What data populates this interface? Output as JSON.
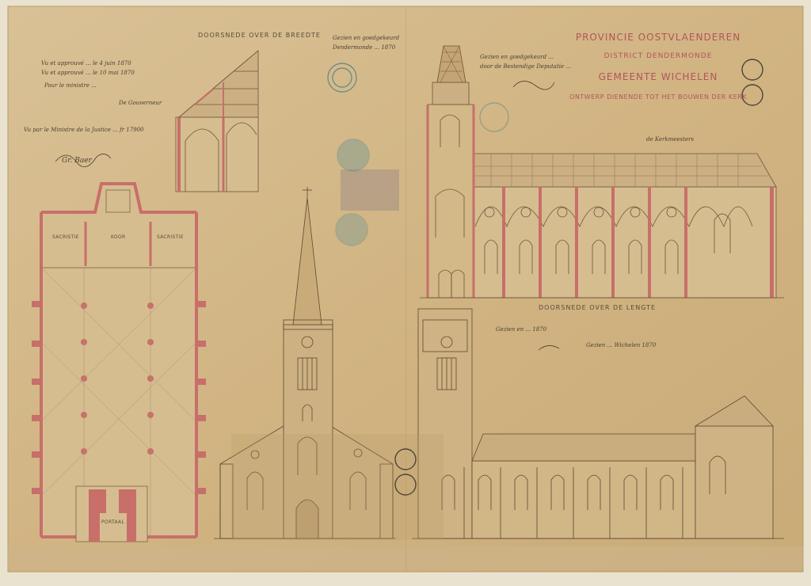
{
  "title_block": {
    "province": "PROVINCIE OOSTVLAENDEREN",
    "district": "DISTRICT DENDERMONDE",
    "municipality": "GEMEENTE WICHELEN",
    "subtitle": "ONTWERP DIENENDE TOT HET BOUWEN DER KERK"
  },
  "section_labels": {
    "cross_section": "DOORSNEDE OVER DE BREEDTE",
    "long_section": "DOORSNEDE OVER DE LENGTE"
  },
  "plan_labels": {
    "left_room": "SACRISTIE",
    "middle_room": "KOOR",
    "right_room": "SACRISTIE",
    "entrance": "PORTAAL"
  },
  "handwritten_notes": {
    "top_left_1": "Vu et approuvé ... le 4 juin 1870",
    "top_left_2": "Vu et approuvé ... le 10 mai 1870",
    "top_left_3": "Pour le ministre ...",
    "top_left_4": "De Gouverneur",
    "top_left_5": "Vu par le Ministre de la Justice ... fr 17900",
    "signature_left": "Gr. Baer",
    "top_center_1": "Gezien en goedgekeurd",
    "top_center_2": "Dendermonde ... 1870",
    "top_right_1": "Gezien en goedgekeurd ...",
    "top_right_2": "door de Bestendige Deputatie ...",
    "signature_right": "de Kerkmeesters",
    "mid_right": "Gezien en ... 1870",
    "bottom_center": "Gezien ... Wichelen 1870"
  },
  "colors": {
    "paper": "#d4b98a",
    "paper_dark": "#c4a474",
    "ink": "#5a4a36",
    "wall_red": "#c86f6a",
    "title_red": "#b4545a",
    "stamp": "#6f8f88"
  }
}
